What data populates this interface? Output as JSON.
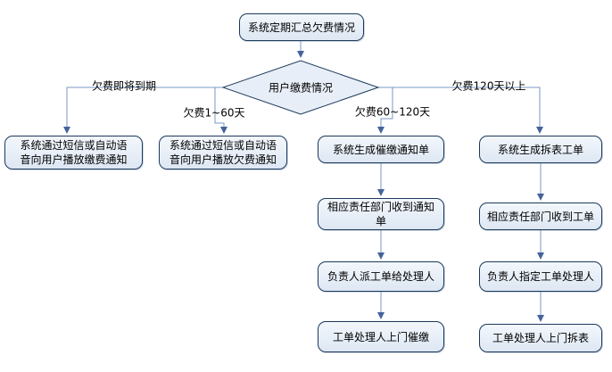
{
  "flow": {
    "start": "系统定期汇总欠费情况",
    "decision": "用户缴费情况",
    "branches": [
      {
        "label": "欠费即将到期",
        "steps": [
          "系统通过短信或自动语音向用户播放缴费通知"
        ]
      },
      {
        "label": "欠费1~60天",
        "steps": [
          "系统通过短信或自动语音向用户播放欠费通知"
        ]
      },
      {
        "label": "欠费60~120天",
        "steps": [
          "系统生成催缴通知单",
          "相应责任部门收到通知单",
          "负责人派工单给处理人",
          "工单处理人上门催缴"
        ]
      },
      {
        "label": "欠费120天以上",
        "steps": [
          "系统生成拆表工单",
          "相应责任部门收到工单",
          "负责人指定工单处理人",
          "工单处理人上门拆表"
        ]
      }
    ],
    "colors": {
      "node_fill_top": "#f3f7fc",
      "node_fill_bottom": "#dde7f3",
      "node_border": "#1b3a5c",
      "connector": "#7a99c5",
      "arrowhead": "#44639b",
      "text": "#000000",
      "background": "#ffffff"
    }
  }
}
